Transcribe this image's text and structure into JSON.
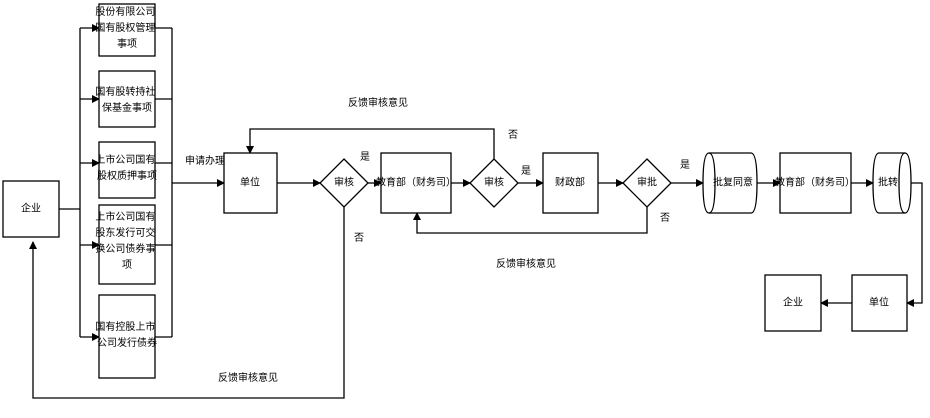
{
  "nodes": {
    "enterprise_left": "企业",
    "item1": [
      "股份有限公司",
      "国有股权管理",
      "事项"
    ],
    "item2": [
      "国有股转持社",
      "保基金事项"
    ],
    "item3": [
      "上市公司国有",
      "股权质押事项"
    ],
    "item4": [
      "上市公司国有",
      "股东发行可交",
      "换公司债券事",
      "项"
    ],
    "item5": [
      "国有控股上市",
      "公司发行债券"
    ],
    "unit": "单位",
    "review1": "审核",
    "moe_finance1": "教育部（财务司）",
    "review2": "审核",
    "mof": "财政部",
    "approve": "审批",
    "reply_consent": "批复同意",
    "moe_finance2": "教育部（财务司）",
    "forward": "批转",
    "unit_bottom": "单位",
    "enterprise_right": "企业"
  },
  "labels": {
    "apply": "申请办理",
    "yes1": "是",
    "no1": "否",
    "yes2": "是",
    "no2": "否",
    "yes3": "是",
    "no3": "否",
    "feedback_top": "反馈审核意见",
    "feedback_mid": "反馈审核意见",
    "feedback_bottom": "反馈审核意见"
  }
}
